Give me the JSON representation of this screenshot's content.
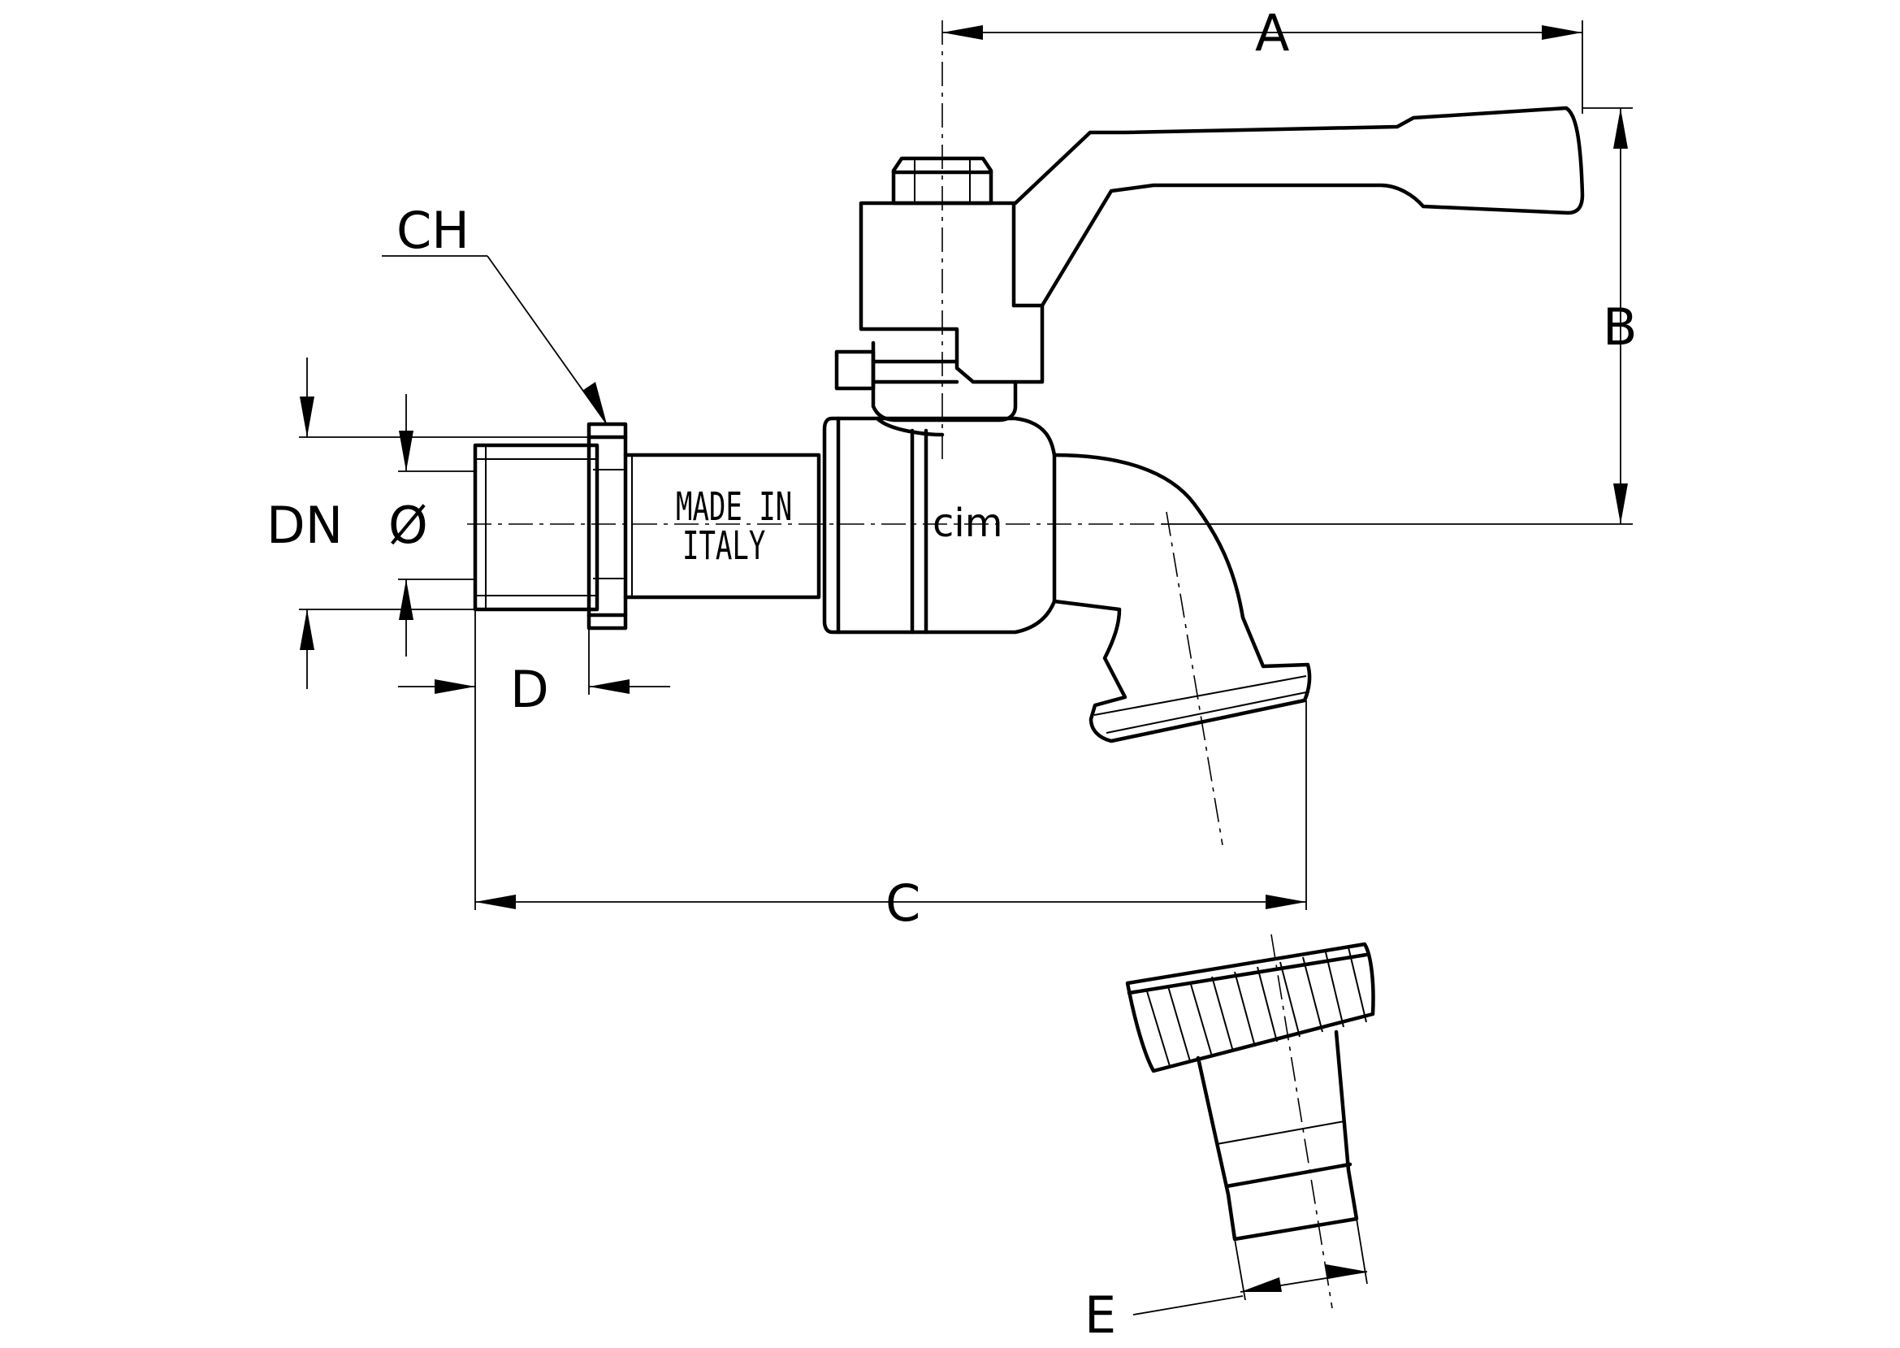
{
  "labels": {
    "A": "A",
    "B": "B",
    "C": "C",
    "D": "D",
    "E": "E",
    "CH": "CH",
    "DN": "DN",
    "dia": "Ø"
  },
  "marking": {
    "line1": "MADE IN",
    "line2": "ITALY"
  },
  "logo": "cim",
  "colors": {
    "line": "#000000",
    "background": "#ffffff"
  }
}
